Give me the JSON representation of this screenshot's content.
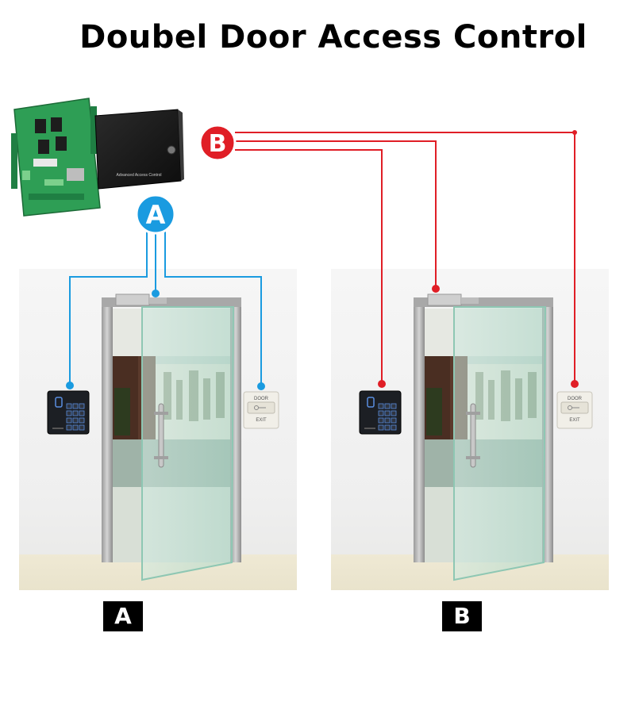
{
  "title": "Doubel Door Access Control",
  "controller": {
    "box_label": "Advanced Access Control"
  },
  "connections": {
    "a_label": "A",
    "b_label": "B",
    "a_color": "#1a9be0",
    "b_color": "#e01e26"
  },
  "doors": [
    {
      "label": "A",
      "exit_button": {
        "top": "DOOR",
        "bottom": "EXIT"
      }
    },
    {
      "label": "B",
      "exit_button": {
        "top": "DOOR",
        "bottom": "EXIT"
      }
    }
  ]
}
